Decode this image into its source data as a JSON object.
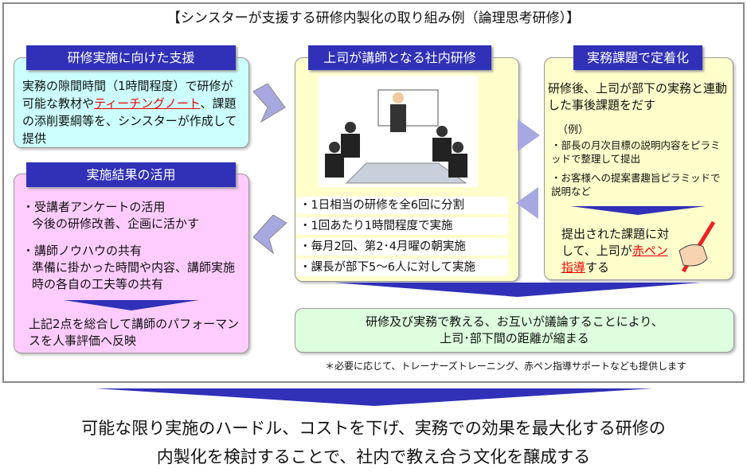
{
  "title": "【シンスターが支援する研修内製化の取り組み例（論理思考研修）】",
  "support": {
    "header": "研修実施に向けた支援",
    "text1": "実務の隙間時間（1時間程度）で研修が可能な教材や",
    "link": "ティーチングノート",
    "text2": "、課題の添削要綱等を、シンスターが作成して提供"
  },
  "results": {
    "header": "実施結果の活用",
    "items": [
      {
        "title": "・受講者アンケートの活用",
        "detail": "今後の研修改善、企画に活かす"
      },
      {
        "title": "・講師ノウハウの共有",
        "detail": "準備に掛かった時間や内容、講師実施時の各自の工夫等の共有"
      }
    ],
    "conclusion": "上記2点を総合して講師のパフォーマンスを人事評価へ反映"
  },
  "inhouse": {
    "header": "上司が講師となる社内研修",
    "items": [
      "・1日相当の研修を全6回に分割",
      "・1回あたり1時間程度で実施",
      "・毎月2回、第2･4月曜の朝実施",
      "・課長が部下5～6人に対して実施"
    ]
  },
  "practice": {
    "header": "実務課題で定着化",
    "lead": "研修後、上司が部下の実務と連動した事後課題をだす",
    "example": "（例）",
    "items": [
      "・部長の月次目標の説明内容をピラミッドで整理して提出",
      "・お客様への提案書趣旨ピラミッドで説明など"
    ],
    "result1": "提出された課題に対して、上司が",
    "result_red": "赤ペン指導",
    "result2": "する"
  },
  "outcome": {
    "line1": "研修及び実務で教える、お互いが議論することにより、",
    "line2": "上司･部下間の距離が縮まる"
  },
  "note": "＊必要に応じて、トレーナーズトレーニング、赤ペン指導サポートなども提供します",
  "bottom": {
    "line1": "可能な限り実施のハードル、コストを下げ、実務での効果を最大化する研修の",
    "line2": "内製化を検討することで、社内で教え合う文化を醸成する"
  }
}
